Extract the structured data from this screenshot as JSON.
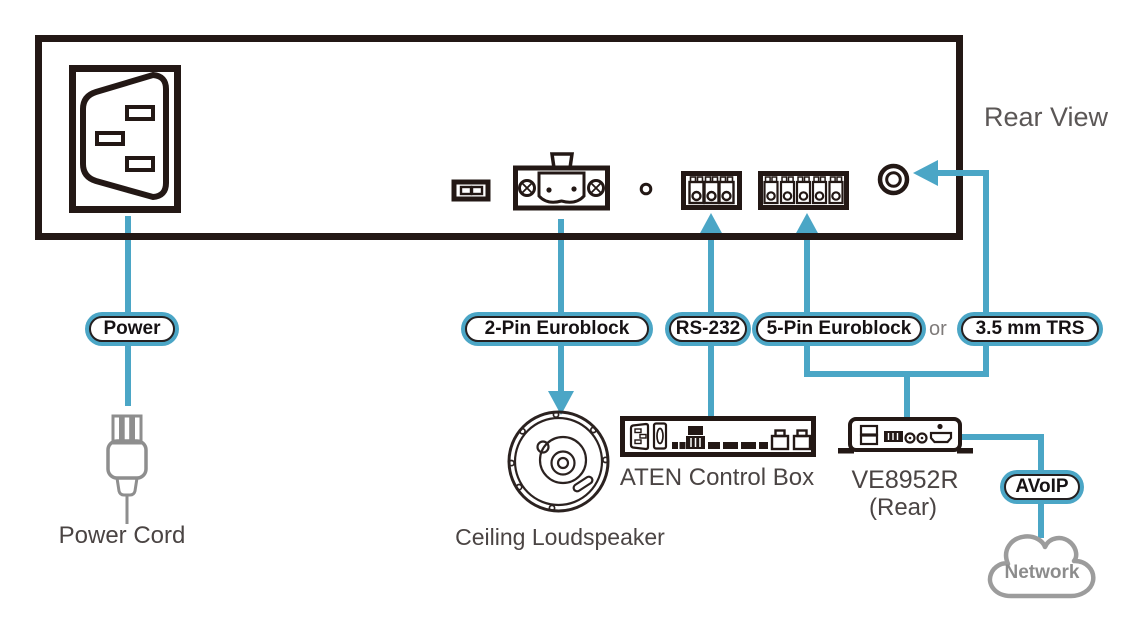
{
  "panel_title": "Rear View",
  "conjunction": "or",
  "pills": {
    "power": "Power",
    "euroblock2": "2-Pin Euroblock",
    "rs232": "RS-232",
    "euroblock5": "5-Pin Euroblock",
    "trs": "3.5 mm TRS",
    "avoip": "AVoIP"
  },
  "captions": {
    "power_cord": "Power Cord",
    "speaker": "Ceiling Loudspeaker",
    "control_box": "ATEN Control Box",
    "receiver": "VE8952R",
    "receiver_sub": "(Rear)",
    "network": "Network"
  },
  "colors": {
    "connection_line": "#4BA6C6",
    "panel_outline": "#231815",
    "pill_border": "#242021",
    "caption_text": "#4A4443",
    "rear_view_text": "#5B5756",
    "power_cord_icon": "#8E8E8E",
    "cloud_outline": "#9C9C9C",
    "network_text": "#8C8C8C",
    "or_text": "#7F7B7A"
  },
  "icons": [
    {
      "name": "ac-inlet-icon",
      "depicts": "IEC power inlet on rear panel"
    },
    {
      "name": "dip-switch-icon",
      "depicts": "small 2-position port"
    },
    {
      "name": "euroblock-2pin-port-icon",
      "depicts": "2-pin captive screw connector"
    },
    {
      "name": "led-icon",
      "depicts": "small round indicator"
    },
    {
      "name": "rs232-port-icon",
      "depicts": "3-pin captive screw connector"
    },
    {
      "name": "euroblock-5pin-port-icon",
      "depicts": "5-pin captive screw connector"
    },
    {
      "name": "trs-jack-icon",
      "depicts": "3.5 mm audio jack"
    },
    {
      "name": "power-cord-icon",
      "depicts": "power plug with cable"
    },
    {
      "name": "ceiling-speaker-icon",
      "depicts": "ceiling loudspeaker"
    },
    {
      "name": "control-box-icon",
      "depicts": "ATEN control box rear view"
    },
    {
      "name": "ve8952r-icon",
      "depicts": "VE8952R receiver rear view"
    },
    {
      "name": "network-cloud-icon",
      "depicts": "network cloud"
    }
  ]
}
